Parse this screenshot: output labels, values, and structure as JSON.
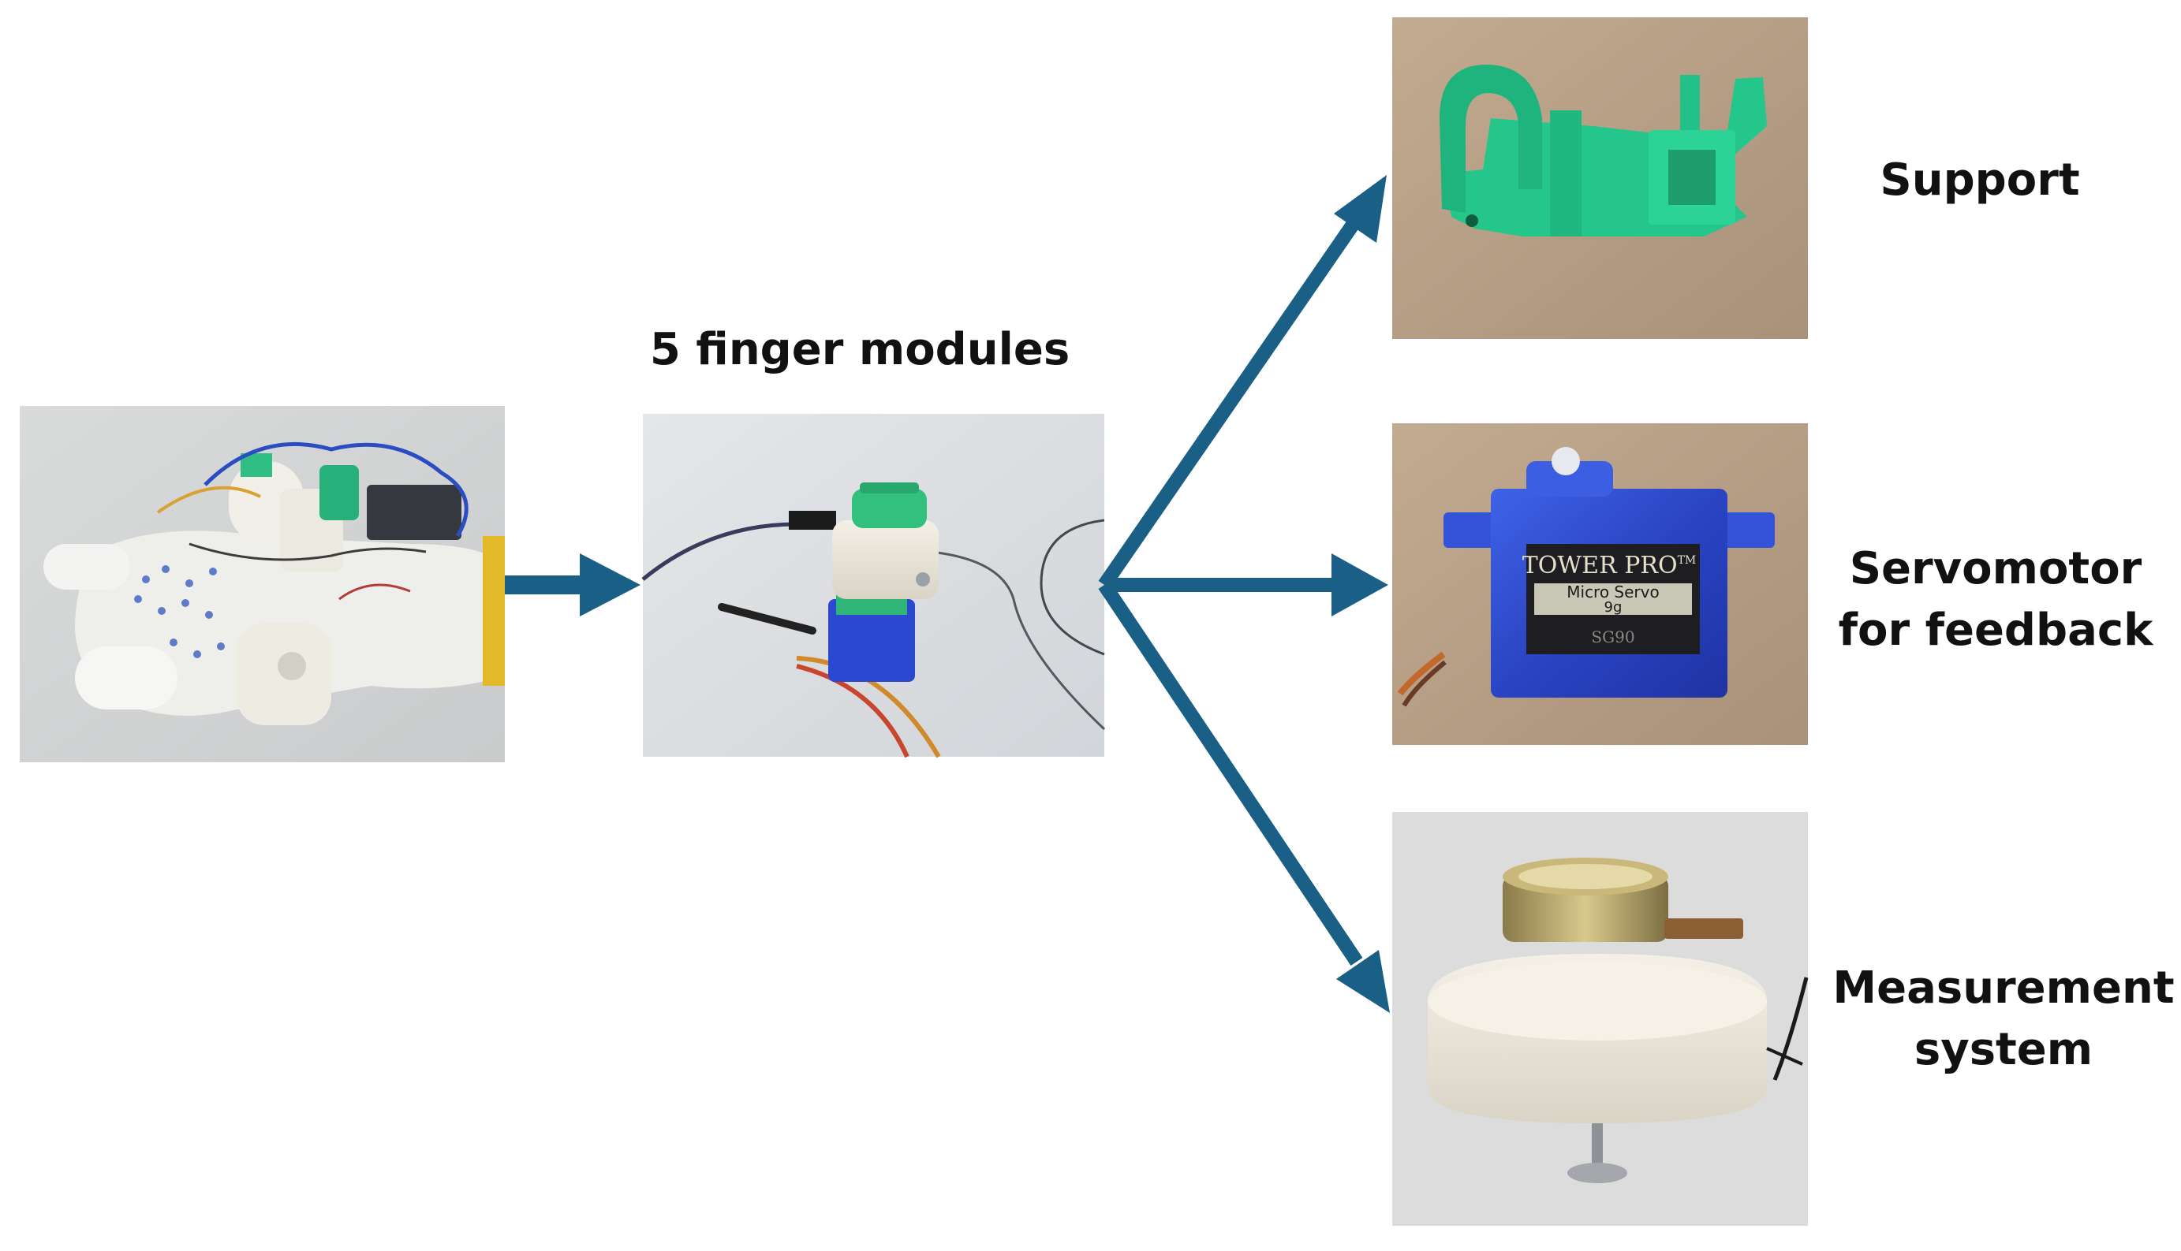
{
  "colors": {
    "arrow": "#1a5f86",
    "background": "#ffffff",
    "text": "#111111",
    "support_part": "#23c58a",
    "servo_body": "#2f4fd0",
    "cardboard": "#b79f84"
  },
  "labels": {
    "modules": "5 finger modules",
    "support": "Support",
    "servo_line1": "Servomotor",
    "servo_line2": "for feedback",
    "measure_line1": "Measurement",
    "measure_line2": "system"
  },
  "servo_print": {
    "brand": "TOWER PRO",
    "tm": "TM",
    "model_line1": "Micro Servo",
    "model_line2": "9g",
    "code": "SG90"
  },
  "images": [
    "glove-photo",
    "finger-module-photo",
    "support-photo",
    "servomotor-photo",
    "measurement-system-photo"
  ]
}
